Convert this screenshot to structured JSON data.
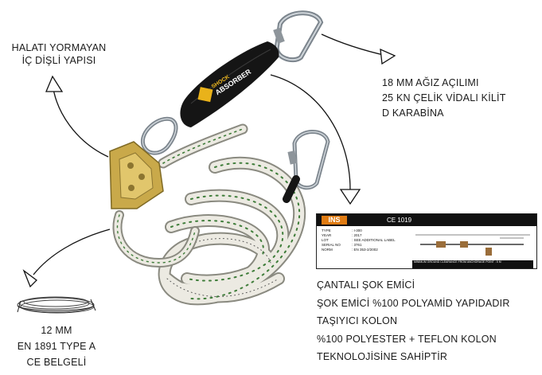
{
  "callouts": {
    "top_left": [
      "HALATI YORMAYAN",
      "İÇ DİŞLİ YAPISI"
    ],
    "top_right": [
      "18 MM AĞIZ AÇILIMI",
      "25 KN ÇELİK VİDALI KİLİT",
      "D KARABİNA"
    ],
    "bottom_left": [
      "12 MM",
      "EN 1891 TYPE A",
      "CE BELGELİ"
    ],
    "bottom_right": [
      "ÇANTALI ŞOK EMİCİ",
      "ŞOK EMİCİ %100 POLYAMİD YAPIDADIR",
      "TAŞIYICI KOLON",
      "%100 POLYESTER + TEFLON KOLON",
      "TEKNOLOJİSİNE SAHİPTİR"
    ]
  },
  "absorber": {
    "brand_line1": "SHOCK",
    "brand_line2": "ABSORBER"
  },
  "product_label": {
    "brand": "INS",
    "ce_mark": "CE 1019",
    "rows": [
      {
        "key": "TYPE",
        "value": ": I-300"
      },
      {
        "key": "YEAR",
        "value": ": 2017"
      },
      {
        "key": "LOT",
        "value": ": SEE ADDITIONAL LABEL"
      },
      {
        "key": "SERIAL NO",
        "value": ": 3761"
      },
      {
        "key": "NORM",
        "value": ": EN 353-2/2002"
      }
    ],
    "warning": "MINIMUM GROUND CLEARANCE FROM ANCHORAGE POINT : 5 M"
  },
  "colors": {
    "text": "#1b1b1b",
    "absorber": "#151515",
    "accent": "#e07b12",
    "brass": "#c9a94a",
    "rope": "#eceae2"
  }
}
